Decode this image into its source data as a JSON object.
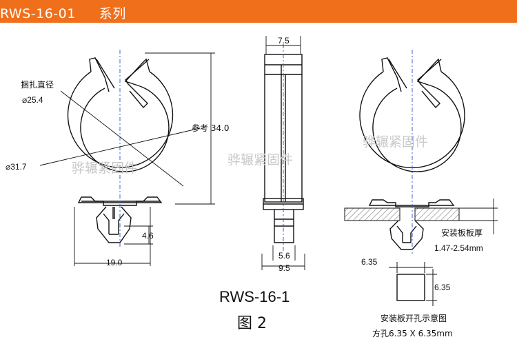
{
  "header": {
    "model": "RWS-16-01",
    "series_label": "系列",
    "bg_color": "#ef6f1b"
  },
  "left_view": {
    "bundle_label": "捆扎直径",
    "bundle_value": "⌀25.4",
    "outer_diameter": "⌀31.7",
    "height_ref": "参考 34.0",
    "peg_height": "4.6",
    "base_width": "19.0"
  },
  "side_view": {
    "top_width": "7.5",
    "peg_width": "5.6",
    "base_width": "9.5"
  },
  "right_view": {
    "panel_label": "安装板板厚",
    "panel_range": "1.47-2.54mm"
  },
  "hole_diagram": {
    "width": "6.35",
    "height": "6.35",
    "title": "安装板开孔示意图",
    "spec": "方孔6.35 X 6.35mm"
  },
  "model_number": "RWS-16-1",
  "figure_label": "图 2",
  "watermark": "骅辗紧固件"
}
